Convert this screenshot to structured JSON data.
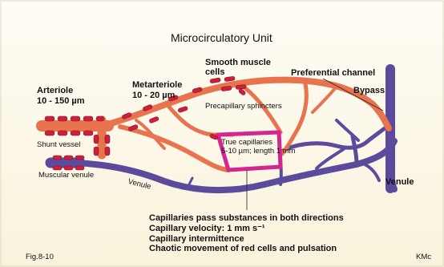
{
  "title": "Microcirculatory Unit",
  "labels": {
    "arteriole_line1": "Arteriole",
    "arteriole_line2": "10 - 150 µm",
    "metarteriole_line1": "Metarteriole",
    "metarteriole_line2": "10 - 20 µm",
    "smooth_muscle_line1": "Smooth muscle",
    "smooth_muscle_line2": "cells",
    "preferential_channel": "Preferential channel",
    "bypass": "Bypass",
    "precapillary_sphincters": "Precapillary   sphincters",
    "shunt_vessel": "Shunt vessel",
    "true_capillaries_line1": "True  capillaries",
    "true_capillaries_line2": "5-10 µm; length 1 mm",
    "muscular_venule": "Muscular venule",
    "venule_left": "Venule",
    "venule_right": "Venule"
  },
  "notes": [
    "Capillaries pass substances in both directions",
    "Capillary velocity: 1 mm s⁻¹",
    "Capillary intermittence",
    "Chaotic movement of red cells and pulsation"
  ],
  "footer": {
    "figure": "Fig.8-10",
    "credit": "KMc"
  },
  "colors": {
    "background": "#fdf8ea",
    "artery": "#e8734f",
    "artery_dark": "#c95a3d",
    "vein": "#5c4a9c",
    "vein_dark": "#3e2f7a",
    "capillary": "#d4268f",
    "smooth_muscle": "#cc1f3c"
  }
}
